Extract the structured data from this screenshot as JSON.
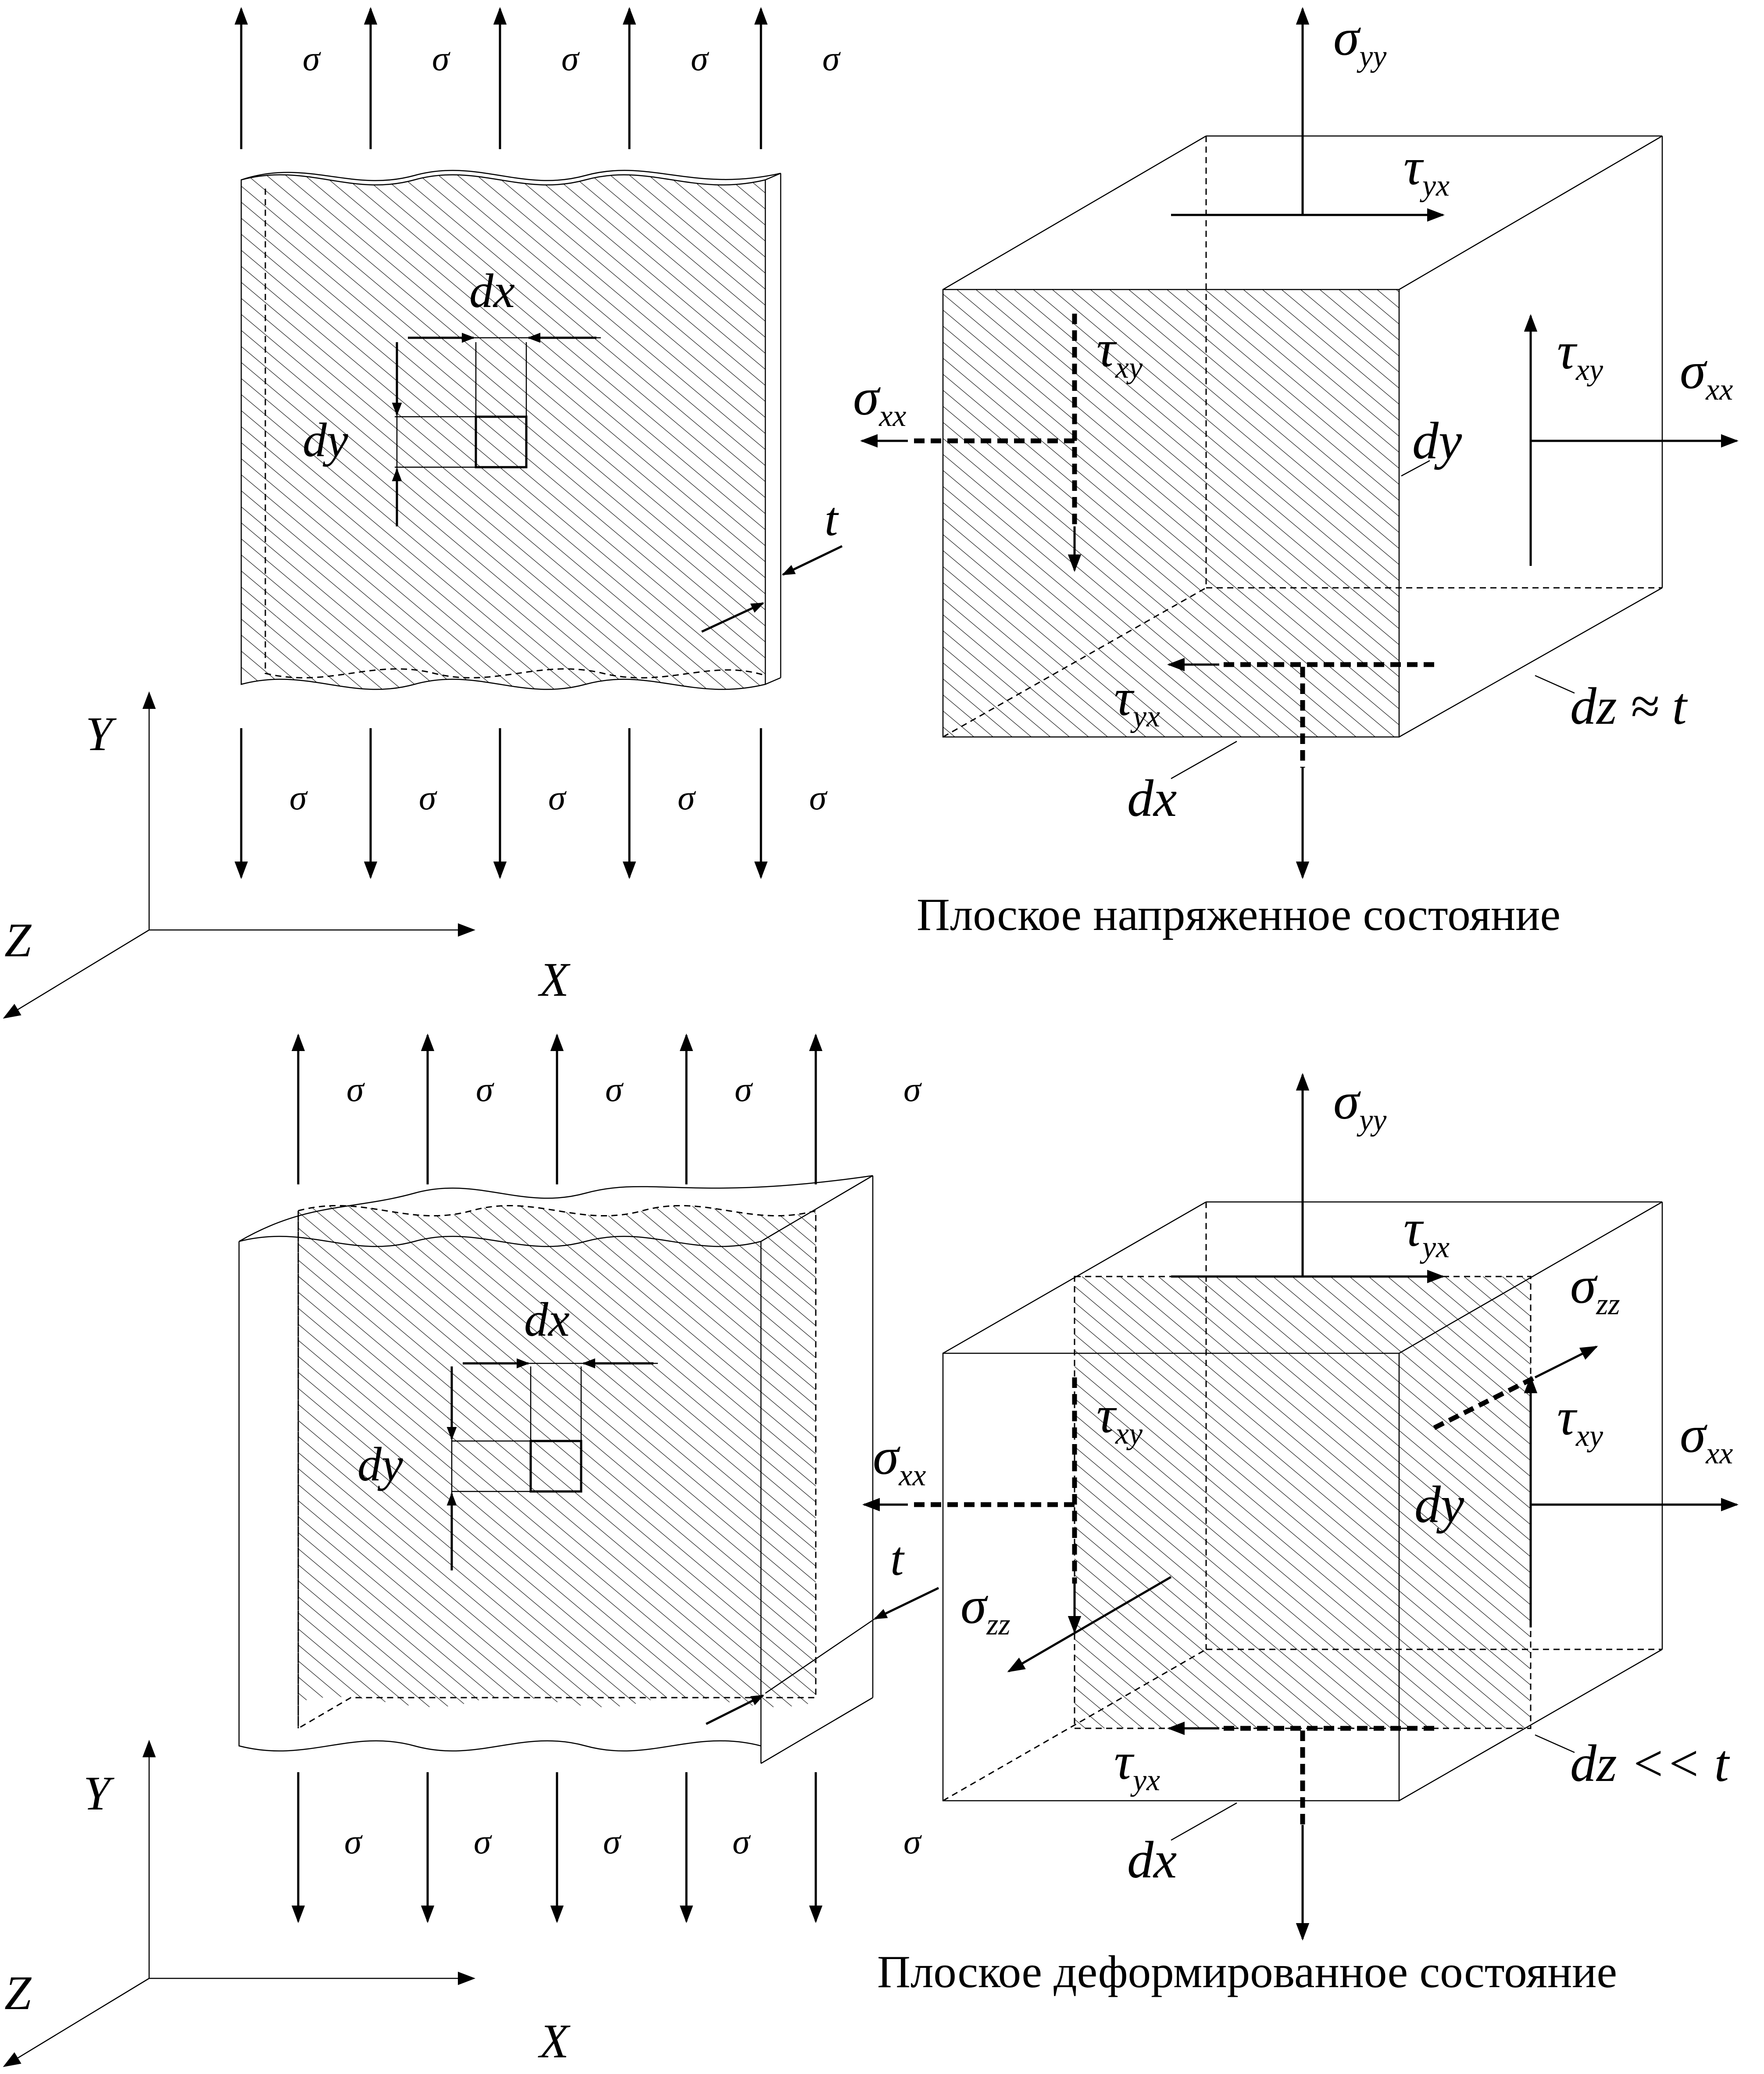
{
  "labels": {
    "sigma": "σ",
    "dx": "dx",
    "dy": "dy",
    "t": "t",
    "sigma_letter": "σ",
    "tau_letter": "τ",
    "sub_yy": "yy",
    "sub_xx": "xx",
    "sub_zz": "zz",
    "sub_yx": "yx",
    "sub_xy": "xy",
    "dz_approx_t": "dz ≈ t",
    "dz_much_less_t": "dz << t",
    "axis_x": "X",
    "axis_y": "Y",
    "axis_z": "Z"
  },
  "captions": {
    "plane_stress": "Плоское напряженное состояние",
    "plane_strain": "Плоское деформированное состояние"
  },
  "icons": {
    "arrowhead": "filled-arrowhead"
  }
}
